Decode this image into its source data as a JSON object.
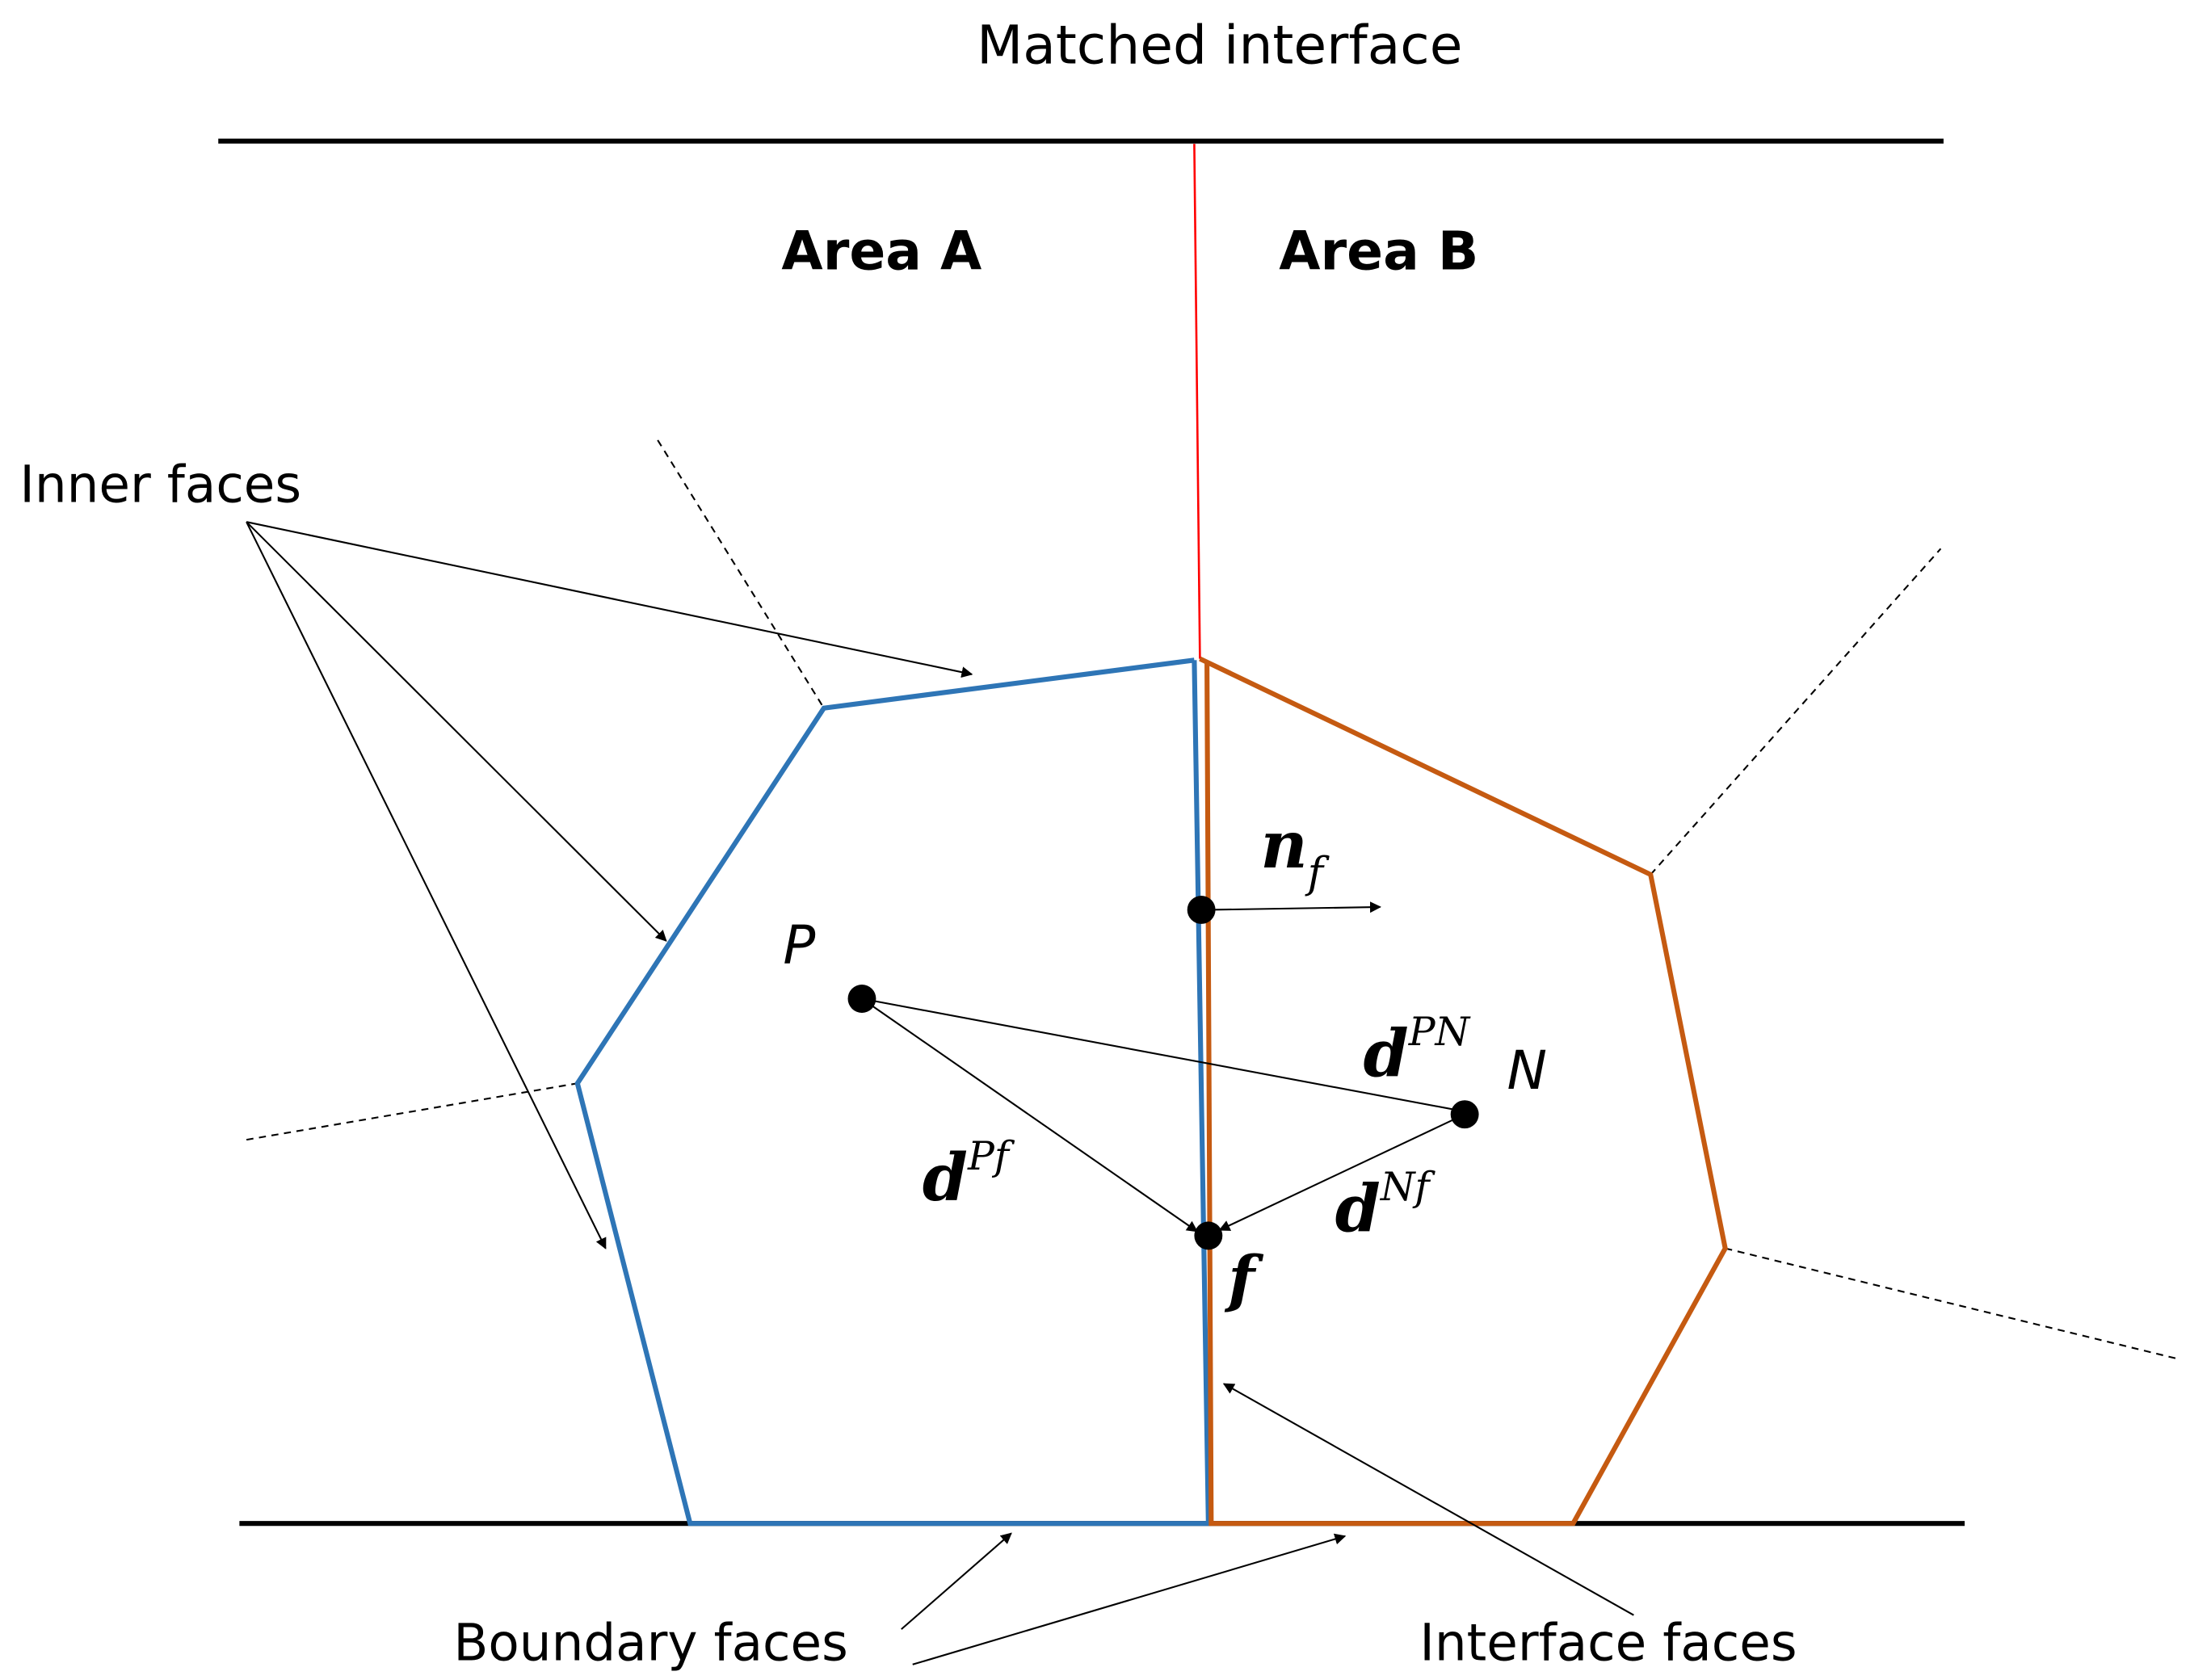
{
  "labels": {
    "matched_interface": "Matched interface",
    "area_a": "Area A",
    "area_b": "Area B",
    "inner_faces": "Inner faces",
    "boundary_faces": "Boundary faces",
    "interface_faces": "Interface faces"
  },
  "math": {
    "p": "P",
    "n": "N",
    "f": "f",
    "nf_base": "n",
    "nf_sub": "f",
    "dpn_base": "d",
    "dpn_sup": "PN",
    "dpf_base": "d",
    "dpf_sup": "Pf",
    "dnf_base": "d",
    "dnf_sup": "Nf"
  },
  "colors": {
    "cell_a": "#2E75B6",
    "cell_b": "#C55A11",
    "matched_interface_line": "#FF0000",
    "lines": "#000000",
    "background": "#FFFFFF"
  }
}
